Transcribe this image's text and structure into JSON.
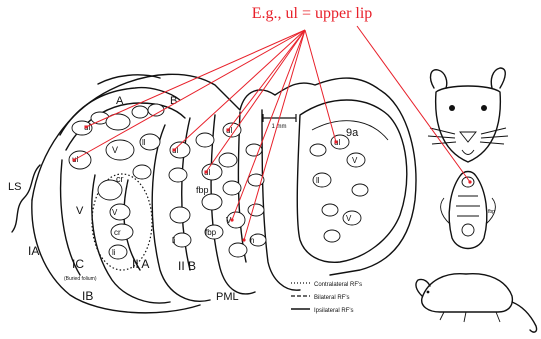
{
  "caption": {
    "text": "E.g., ul = upper lip",
    "color": "#e8202a"
  },
  "region_labels": {
    "A": "A",
    "B": "B",
    "LS": "LS",
    "IA": "IA",
    "IC": "IC",
    "IC_sub": "(Buried folium)",
    "IB": "IB",
    "IIA": "II A",
    "IIB": "II B",
    "PML": "PML",
    "nine_a": "9a",
    "cr": "cr",
    "fbp": "fbp",
    "V": "V"
  },
  "scale_bar": {
    "label": "1 mm"
  },
  "legend": {
    "items": [
      {
        "style": "dotted",
        "label": "Contralateral RF's"
      },
      {
        "style": "dashed",
        "label": "Bilateral RF's"
      },
      {
        "style": "solid",
        "label": "Ipsilateral RF's"
      }
    ]
  },
  "map_labels": {
    "ul": "ul",
    "ll": "ll",
    "li": "li",
    "cr": "cr",
    "fbp": "fbp",
    "V": "V",
    "h": "h"
  },
  "icons": [
    "rat-face-icon",
    "rat-mouth-icon",
    "rat-body-icon"
  ]
}
